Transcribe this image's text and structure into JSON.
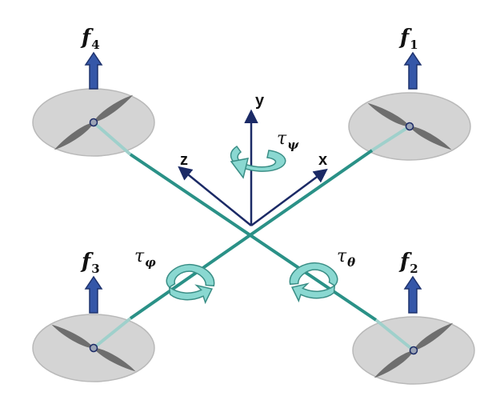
{
  "labels": {
    "f4": {
      "base": "f",
      "sub": "4"
    },
    "f1": {
      "base": "f",
      "sub": "1"
    },
    "f3": {
      "base": "f",
      "sub": "3"
    },
    "f2": {
      "base": "f",
      "sub": "2"
    },
    "axis_y": "y",
    "axis_z": "z",
    "axis_x": "x",
    "tau_psi": {
      "base": "τ",
      "sub": "ψ"
    },
    "tau_phi": {
      "base": "τ",
      "sub": "φ"
    },
    "tau_theta": {
      "base": "τ",
      "sub": "θ"
    }
  },
  "colors": {
    "arm": "#2a9187",
    "arm_light": "#9fd0cb",
    "axis": "#1b2a66",
    "thrust_arrow": "#3557a8",
    "thrust_arrow_edge": "#1f336e",
    "rotor_disc": "#d4d4d4",
    "rotor_disc_edge": "#b9b9b9",
    "blade": "#6e6e6e",
    "torque_arrow": "#8ad8d1",
    "torque_arrow_edge": "#3a8e86"
  },
  "icons": {
    "thrust": "up-arrow-icon",
    "rotor": "propeller-icon",
    "torque": "curved-rotation-arrow-icon"
  }
}
